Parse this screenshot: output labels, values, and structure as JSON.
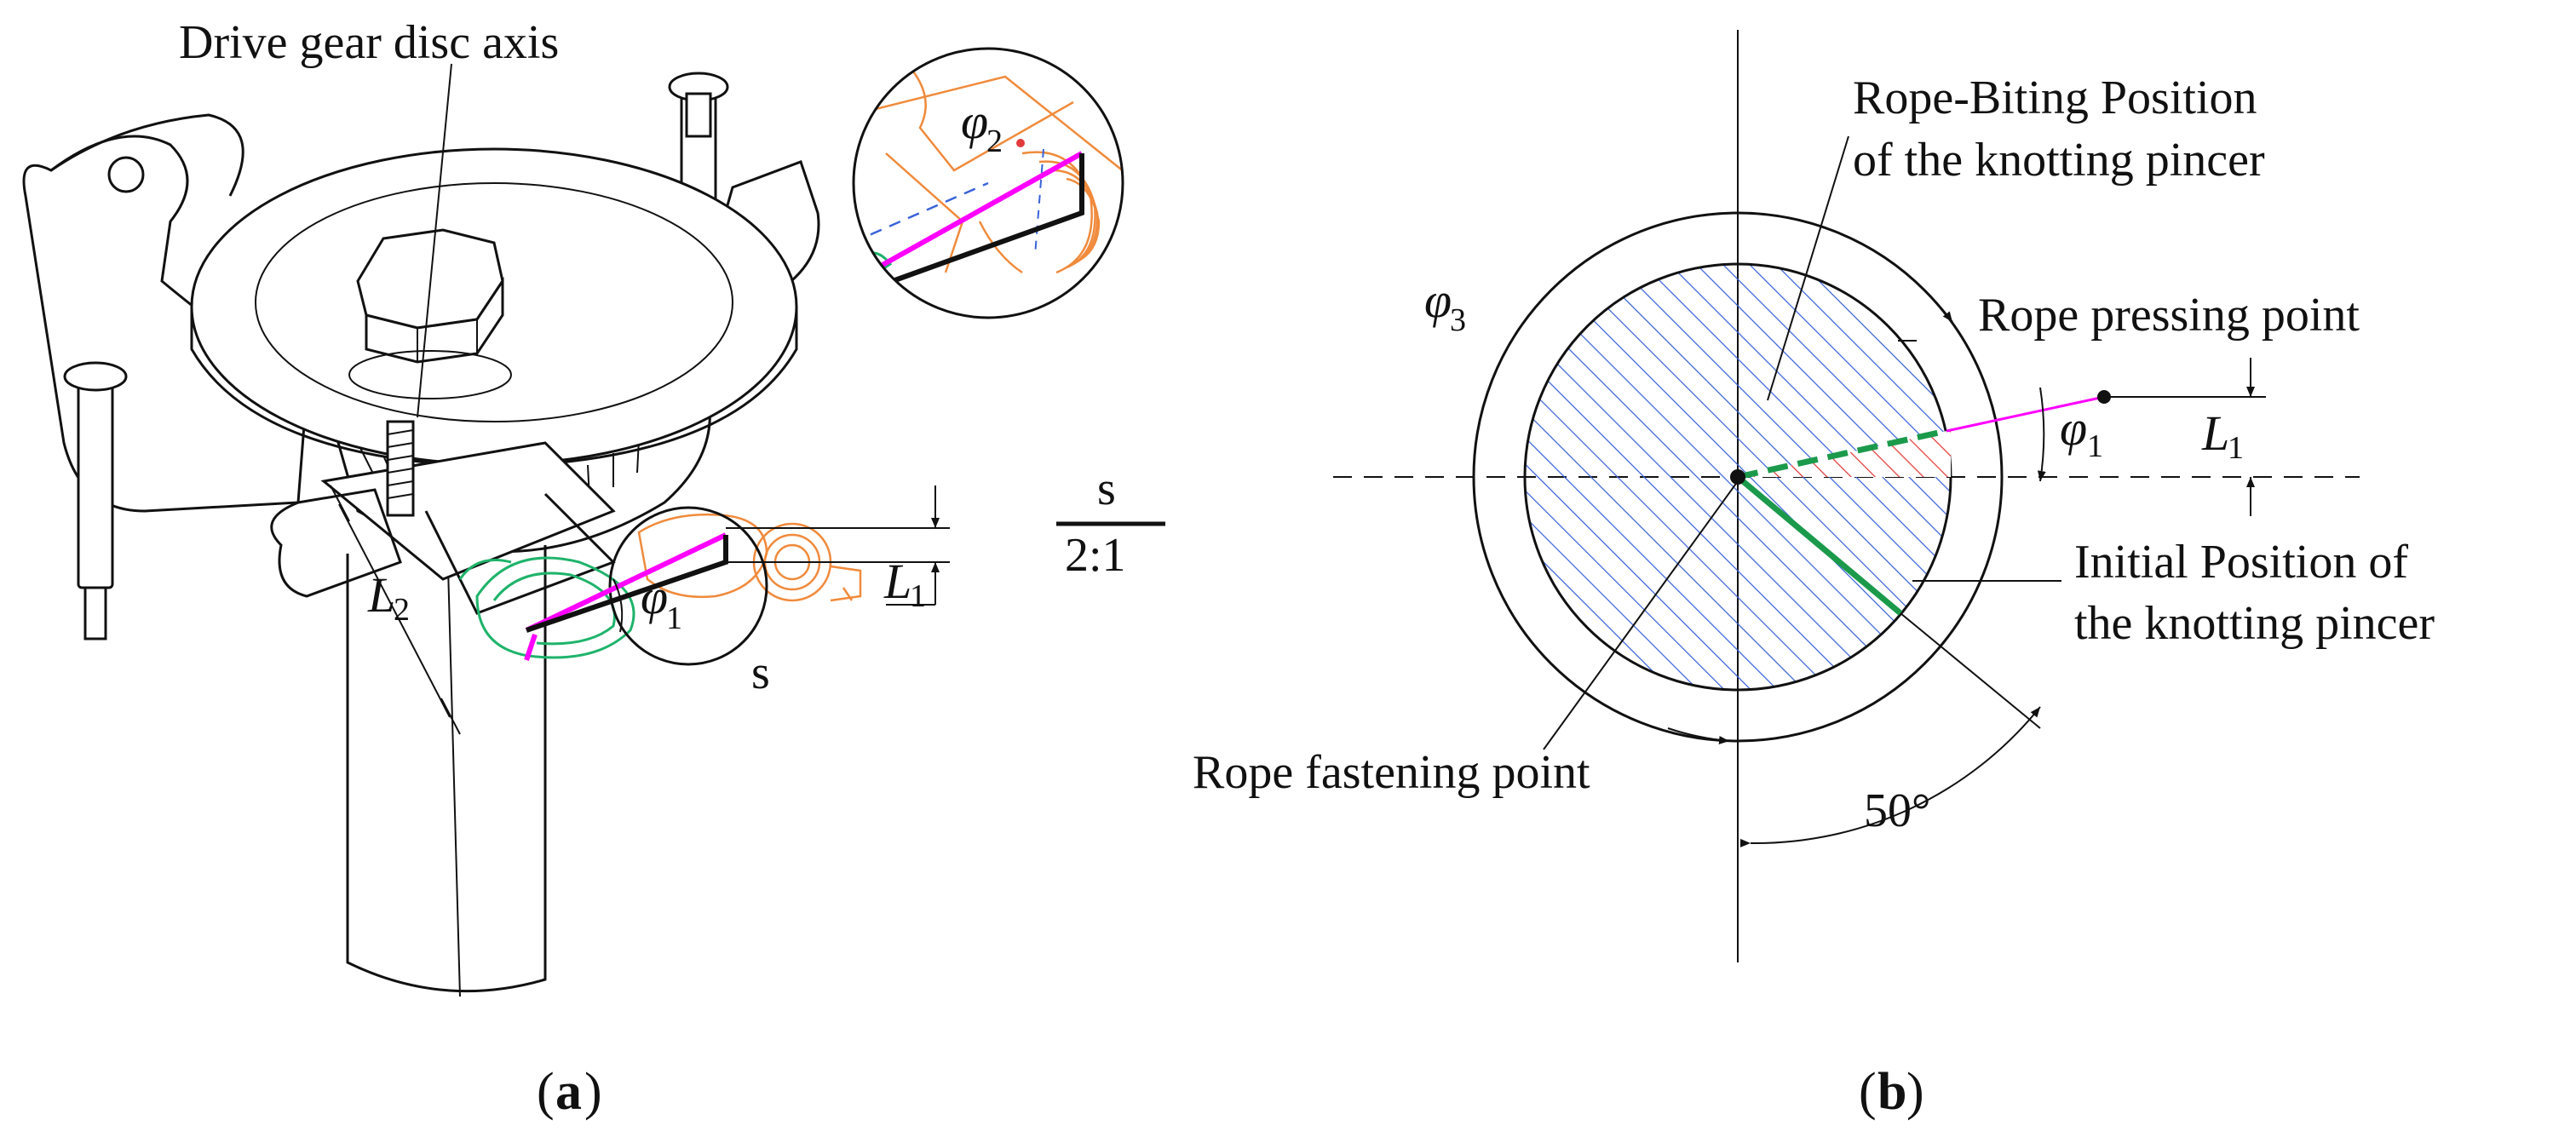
{
  "panel_a": {
    "axis_label": "Drive gear disc axis",
    "phi1": "φ",
    "phi1_sub": "1",
    "phi2": "φ",
    "phi2_sub": "2",
    "L1": "L",
    "L1_sub": "1",
    "L2": "L",
    "L2_sub": "2",
    "detail_marker": "s",
    "detail_title": "s",
    "detail_scale": "2:1",
    "caption_open": "(",
    "caption_letter": "a",
    "caption_close": ")"
  },
  "panel_b": {
    "rope_biting_line1": "Rope-Biting Position",
    "rope_biting_line2": "of the knotting pincer",
    "rope_pressing": "Rope pressing point",
    "initial_line1": "Initial Position of",
    "initial_line2": "the knotting pincer",
    "fastening": "Rope fastening point",
    "angle": "50°",
    "phi3": "φ",
    "phi3_sub": "3",
    "phi1": "φ",
    "phi1_sub": "1",
    "L1": "L",
    "L1_sub": "1",
    "caption_open": "(",
    "caption_letter": "b",
    "caption_close": ")"
  },
  "colors": {
    "hatch_blue": "#3a63d8",
    "hatch_red": "#e23b3b",
    "green": "#1b9a4b",
    "magenta": "#ff00ff",
    "orange": "#f08a3c",
    "teal": "#1fb36b"
  }
}
